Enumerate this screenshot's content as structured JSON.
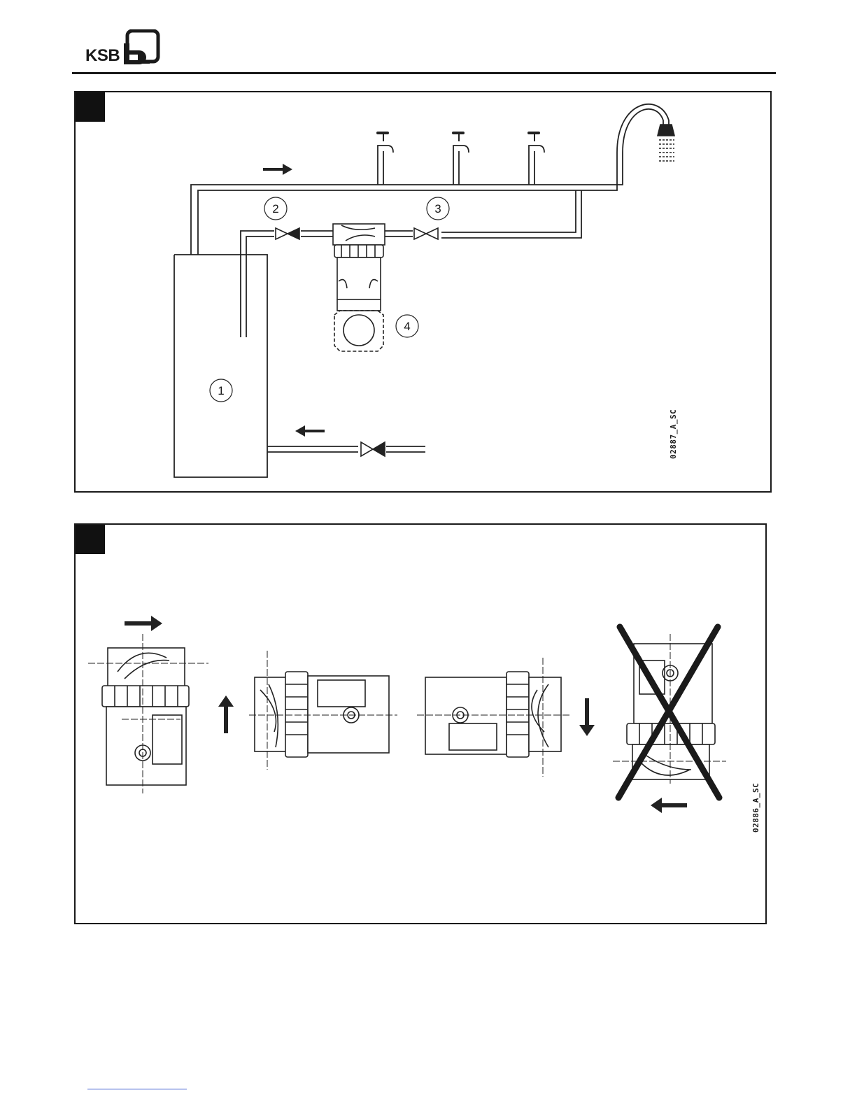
{
  "header": {
    "brand_name": "KSB"
  },
  "figure_1": {
    "drawing_code": "02887_A_SC",
    "labels": [
      "1",
      "2",
      "3",
      "4"
    ]
  },
  "figure_2": {
    "drawing_code": "02886_A_SC"
  }
}
